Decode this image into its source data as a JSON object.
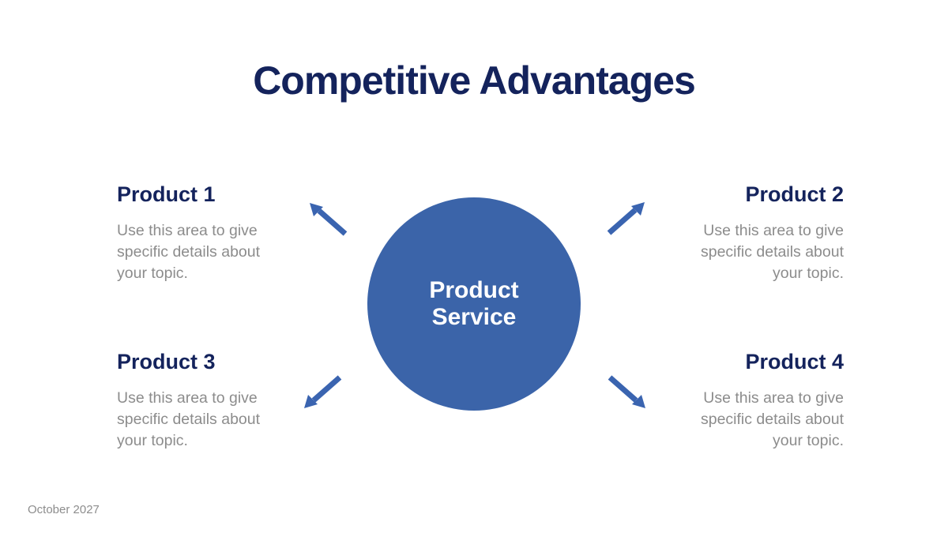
{
  "slide": {
    "title": "Competitive Advantages",
    "footer_date": "October 2027"
  },
  "center_circle": {
    "line1": "Product",
    "line2": "Service"
  },
  "products": [
    {
      "name": "Product 1",
      "position": "top-left",
      "description_lines": [
        "Use this area to give",
        "specific details about",
        "your topic."
      ]
    },
    {
      "name": "Product 2",
      "position": "top-right",
      "description_lines": [
        "Use this area to give",
        "specific details about",
        "your topic."
      ]
    },
    {
      "name": "Product 3",
      "position": "bottom-left",
      "description_lines": [
        "Use this area to give",
        "specific details about",
        "your topic."
      ]
    },
    {
      "name": "Product 4",
      "position": "bottom-right",
      "description_lines": [
        "Use this area to give",
        "specific details about",
        "your topic."
      ]
    }
  ],
  "icons": {
    "top_left": "arrow-up-left-icon",
    "top_right": "arrow-up-right-icon",
    "bottom_left": "arrow-down-left-icon",
    "bottom_right": "arrow-down-right-icon"
  },
  "colors": {
    "background": "#FFFFFF",
    "title_text": "#14235C",
    "heading_text": "#14235C",
    "body_text": "#8C8C8C",
    "circle_fill": "#3B64A9",
    "circle_text": "#FFFFFF",
    "arrow": "#3A64B0",
    "footer_text": "#8D8D8D"
  }
}
